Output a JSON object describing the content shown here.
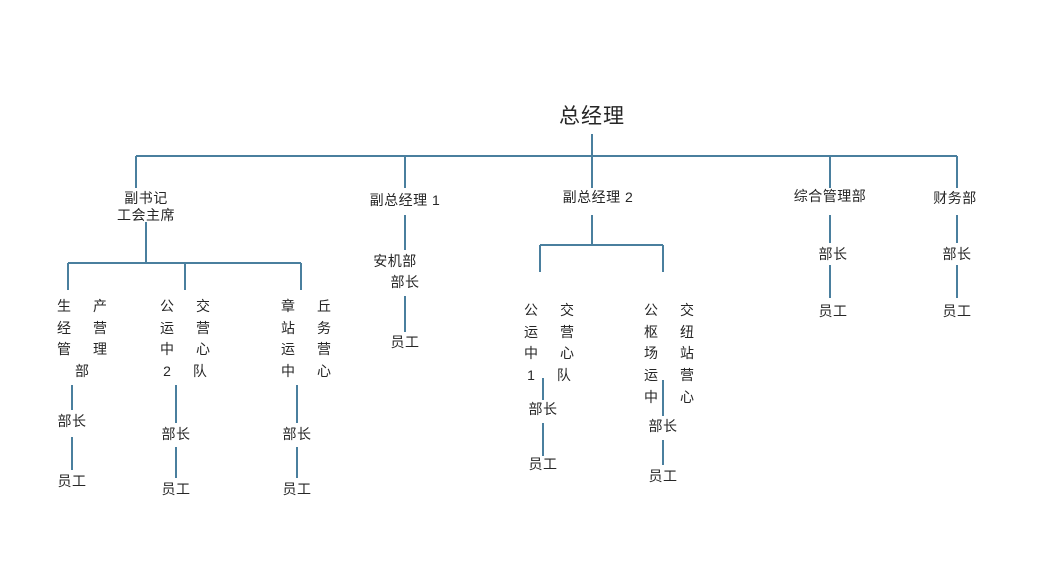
{
  "theme": {
    "background": "#ffffff",
    "text_color": "#262626",
    "line_color": "#4a7f9e"
  },
  "chart": {
    "type": "org-chart",
    "title": "总经理"
  },
  "root": {
    "label": "总经理"
  },
  "level2": [
    {
      "id": "deputy-secretary",
      "lines": [
        "副书记",
        "工会主席"
      ]
    },
    {
      "id": "deputy-gm-1",
      "lines": [
        "副总经理 1"
      ]
    },
    {
      "id": "deputy-gm-2",
      "lines": [
        "副总经理 2"
      ]
    },
    {
      "id": "general-admin-dept",
      "lines": [
        "综合管理部"
      ]
    },
    {
      "id": "finance-dept",
      "lines": [
        "财务部"
      ]
    }
  ],
  "level3": [
    {
      "id": "production-ops-mgmt-dept",
      "full": "生产经营管理部",
      "rows": [
        "生 产",
        "经 营",
        "管 理",
        "部"
      ]
    },
    {
      "id": "bus-operation-center-team2",
      "full": "公交运营中心2队",
      "rows": [
        "公 交",
        "运 营",
        "中 心",
        "2 队"
      ]
    },
    {
      "id": "zhangqiu-station-ops-center",
      "full": "章丘站务运营中心",
      "rows": [
        "章 丘",
        "站 务",
        "运 营",
        "中 心"
      ]
    },
    {
      "id": "safety-machinery-dept",
      "full": "安机部",
      "rows": [
        "安机部"
      ]
    },
    {
      "id": "bus-operation-center-team1",
      "full": "公交运营中心1队",
      "rows": [
        "公 交",
        "运 营",
        "中 心",
        "1 队"
      ]
    },
    {
      "id": "bus-hub-station-ops-center",
      "full": "公交枢纽场站运营中心",
      "rows": [
        "公 交",
        "枢 纽",
        "场 站",
        "运 营",
        "中 心"
      ]
    }
  ],
  "roles": {
    "director": "部长",
    "staff": "员工"
  },
  "branches": [
    {
      "id": "branch-deputy-secretary",
      "children": [
        {
          "unit": "生产经营管理部",
          "director": "部长",
          "staff": "员工"
        },
        {
          "unit": "公交运营中心2队",
          "director": "部长",
          "staff": "员工"
        },
        {
          "unit": "章丘站务运营中心",
          "director": "部长",
          "staff": "员工"
        }
      ]
    },
    {
      "id": "branch-deputy-gm-1",
      "children": [
        {
          "unit": "安机部",
          "director": "部长",
          "staff": "员工"
        }
      ]
    },
    {
      "id": "branch-deputy-gm-2",
      "children": [
        {
          "unit": "公交运营中心1队",
          "director": "部长",
          "staff": "员工"
        },
        {
          "unit": "公交枢纽场站运营中心",
          "director": "部长",
          "staff": "员工"
        }
      ]
    },
    {
      "id": "branch-general-admin-dept",
      "children": [
        {
          "unit": "综合管理部",
          "director": "部长",
          "staff": "员工"
        }
      ]
    },
    {
      "id": "branch-finance-dept",
      "children": [
        {
          "unit": "财务部",
          "director": "部长",
          "staff": "员工"
        }
      ]
    }
  ],
  "labels": {
    "l2_0_line0": "副书记",
    "l2_0_line1": "工会主席",
    "l2_1_line0": "副总经理 1",
    "l2_2_line0": "副总经理 2",
    "l2_3_line0": "综合管理部",
    "l2_4_line0": "财务部",
    "u0_r0": "生 产",
    "u0_r1": "经 营",
    "u0_r2": "管 理",
    "u0_r3": "部",
    "u1_r0": "公 交",
    "u1_r1": "运 营",
    "u1_r2": "中 心",
    "u1_r3": "2 队",
    "u2_r0": "章 丘",
    "u2_r1": "站 务",
    "u2_r2": "运 营",
    "u2_r3": "中 心",
    "u3_r0": "安机部",
    "u4_r0": "公 交",
    "u4_r1": "运 营",
    "u4_r2": "中 心",
    "u4_r3": "1 队",
    "u5_r0": "公 交",
    "u5_r1": "枢 纽",
    "u5_r2": "场 站",
    "u5_r3": "运 营",
    "u5_r4": "中 心",
    "d0": "部长",
    "s0": "员工",
    "d1": "部长",
    "s1": "员工",
    "d2": "部长",
    "s2": "员工",
    "d3": "部长",
    "s3": "员工",
    "d4": "部长",
    "s4": "员工",
    "d5": "部长",
    "s5": "员工",
    "d6": "部长",
    "s6": "员工",
    "d7": "部长",
    "s7": "员工"
  }
}
